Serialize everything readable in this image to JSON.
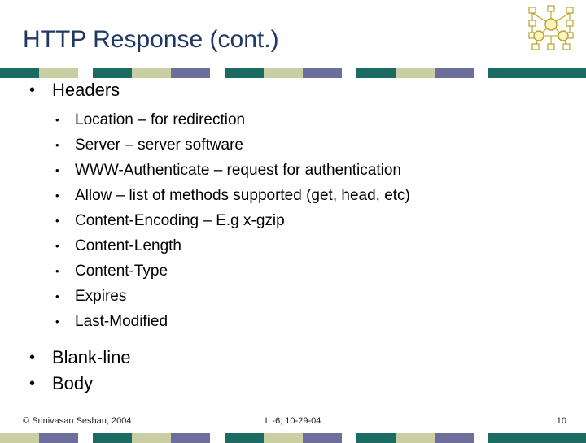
{
  "slide": {
    "title": "HTTP Response (cont.)",
    "outline": [
      {
        "level": 1,
        "bullet": "•",
        "text": "Headers",
        "children": [
          {
            "bullet": "•",
            "text": "Location – for redirection"
          },
          {
            "bullet": "•",
            "text": "Server – server software"
          },
          {
            "bullet": "•",
            "text": "WWW-Authenticate – request for authentication"
          },
          {
            "bullet": "•",
            "text": "Allow – list of methods supported (get, head, etc)"
          },
          {
            "bullet": "•",
            "text": "Content-Encoding – E.g x-gzip"
          },
          {
            "bullet": "•",
            "text": "Content-Length"
          },
          {
            "bullet": "•",
            "text": "Content-Type"
          },
          {
            "bullet": "•",
            "text": "Expires"
          },
          {
            "bullet": "•",
            "text": "Last-Modified"
          }
        ]
      },
      {
        "level": 1,
        "bullet": "•",
        "text": "Blank-line",
        "children": []
      },
      {
        "level": 1,
        "bullet": "•",
        "text": "Body",
        "children": []
      }
    ]
  },
  "footer": {
    "copyright": "© Srinivasan Seshan, 2004",
    "center": "L -6; 10-29-04",
    "page_number": "10"
  },
  "decor": {
    "bar_top_segments": [
      {
        "color": "#1b6b63",
        "width": 48
      },
      {
        "color": "#c9cfa3",
        "width": 48
      },
      {
        "color": "#ffffff",
        "width": 18
      },
      {
        "color": "#1b6b63",
        "width": 48
      },
      {
        "color": "#c9cfa3",
        "width": 48
      },
      {
        "color": "#6e6e9c",
        "width": 48
      },
      {
        "color": "#ffffff",
        "width": 18
      },
      {
        "color": "#1b6b63",
        "width": 48
      },
      {
        "color": "#c9cfa3",
        "width": 48
      },
      {
        "color": "#6e6e9c",
        "width": 48
      },
      {
        "color": "#ffffff",
        "width": 18
      },
      {
        "color": "#1b6b63",
        "width": 48
      },
      {
        "color": "#c9cfa3",
        "width": 48
      },
      {
        "color": "#6e6e9c",
        "width": 48
      },
      {
        "color": "#ffffff",
        "width": 18
      },
      {
        "color": "#1b6b63",
        "width": 120
      }
    ],
    "bar_bottom_segments": [
      {
        "color": "#c9cfa3",
        "width": 48
      },
      {
        "color": "#6e6e9c",
        "width": 48
      },
      {
        "color": "#ffffff",
        "width": 18
      },
      {
        "color": "#1b6b63",
        "width": 48
      },
      {
        "color": "#c9cfa3",
        "width": 48
      },
      {
        "color": "#6e6e9c",
        "width": 48
      },
      {
        "color": "#ffffff",
        "width": 18
      },
      {
        "color": "#1b6b63",
        "width": 48
      },
      {
        "color": "#c9cfa3",
        "width": 48
      },
      {
        "color": "#6e6e9c",
        "width": 48
      },
      {
        "color": "#ffffff",
        "width": 18
      },
      {
        "color": "#1b6b63",
        "width": 48
      },
      {
        "color": "#c9cfa3",
        "width": 48
      },
      {
        "color": "#6e6e9c",
        "width": 48
      },
      {
        "color": "#ffffff",
        "width": 18
      },
      {
        "color": "#1b6b63",
        "width": 120
      }
    ],
    "logo_name": "cmu-network-logo",
    "title_color": "#1f3864"
  }
}
